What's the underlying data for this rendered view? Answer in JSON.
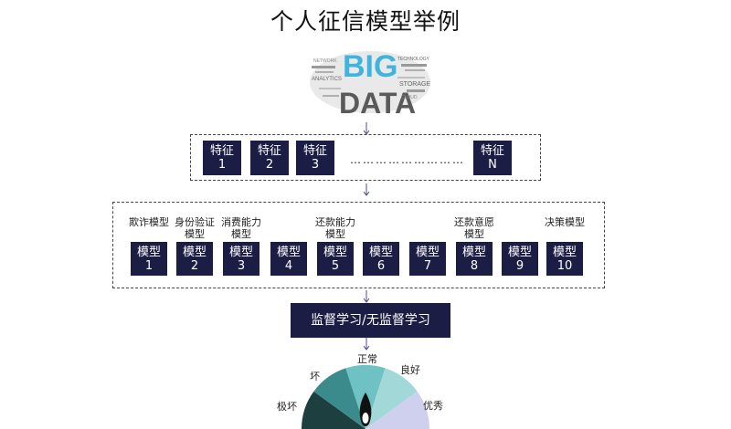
{
  "title": "个人征信模型举例",
  "bigdata": {
    "big": "BIG",
    "data": "DATA",
    "words": [
      "ANALYTICS",
      "STORAGE",
      "TECHNOLOGY",
      "NETWORK",
      "CLOUD"
    ]
  },
  "features": {
    "items": [
      {
        "label": "特征",
        "num": "1"
      },
      {
        "label": "特征",
        "num": "2"
      },
      {
        "label": "特征",
        "num": "3"
      },
      {
        "label": "特征",
        "num": "N"
      }
    ],
    "ellipsis": "………………………"
  },
  "models": {
    "items": [
      {
        "label": "模型",
        "num": "1",
        "caption": "欺诈模型"
      },
      {
        "label": "模型",
        "num": "2",
        "caption": "身份验证\n模型"
      },
      {
        "label": "模型",
        "num": "3",
        "caption": "消费能力\n模型"
      },
      {
        "label": "模型",
        "num": "4",
        "caption": ""
      },
      {
        "label": "模型",
        "num": "5",
        "caption": "还款能力\n模型"
      },
      {
        "label": "模型",
        "num": "6",
        "caption": ""
      },
      {
        "label": "模型",
        "num": "7",
        "caption": ""
      },
      {
        "label": "模型",
        "num": "8",
        "caption": "还款意愿\n模型"
      },
      {
        "label": "模型",
        "num": "9",
        "caption": ""
      },
      {
        "label": "模型",
        "num": "10",
        "caption": "决策模型"
      }
    ]
  },
  "learning": {
    "label": "监督学习/无监督学习"
  },
  "gauge": {
    "labels": [
      "极坏",
      "坏",
      "正常",
      "良好",
      "优秀"
    ],
    "colors": [
      "#1e3f40",
      "#3b8b8d",
      "#6fc2c4",
      "#a3d8d9",
      "#cfd0ee"
    ],
    "needle_color": "#111111"
  },
  "colors": {
    "navy": "#1c1d44",
    "arrow": "#4a4f8a"
  }
}
